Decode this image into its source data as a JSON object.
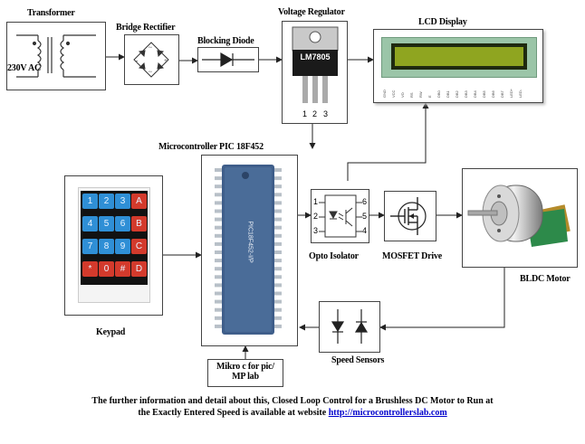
{
  "colors": {
    "line": "#222222",
    "lcd_screen": "#8fa520",
    "lcd_board": "#9bc5a8",
    "ic_body": "#3f5e8a",
    "ic_pins": "#b8c0c8",
    "keypad_blue": "#2f8fd6",
    "keypad_red": "#d33a2c",
    "motor_pcb": "#2d8a4a",
    "link": "#0000cc"
  },
  "labels": {
    "transformer": "Transformer",
    "ac_input": "230V AC",
    "bridge_rectifier": "Bridge Rectifier",
    "blocking_diode": "Blocking Diode",
    "voltage_regulator": "Voltage Regulator",
    "regulator_part": "LM7805",
    "lcd_display": "LCD Display",
    "microcontroller": "Microcontroller PIC 18F452",
    "keypad": "Keypad",
    "opto_isolator": "Opto Isolator",
    "mosfet_drive": "MOSFET Drive",
    "bldc_motor": "BLDC Motor",
    "speed_sensors": "Speed Sensors",
    "compiler_line1": "Mikro c for pic/",
    "compiler_line2": "MP lab"
  },
  "regulator_pins": [
    "1",
    "2",
    "3"
  ],
  "opto_pins": [
    "1",
    "2",
    "3",
    "6",
    "5",
    "4"
  ],
  "ic_marking": "PIC18F452-I/P",
  "lcd_pin_labels": [
    "GND",
    "VCC",
    "VO",
    "RS",
    "RW",
    "E",
    "DB0",
    "DB1",
    "DB2",
    "DB3",
    "DB4",
    "DB5",
    "DB6",
    "DB7",
    "LED+",
    "LED-"
  ],
  "keypad_keys": [
    {
      "label": "1",
      "kind": "blue"
    },
    {
      "label": "2",
      "kind": "blue"
    },
    {
      "label": "3",
      "kind": "blue"
    },
    {
      "label": "A",
      "kind": "red"
    },
    {
      "label": "4",
      "kind": "blue"
    },
    {
      "label": "5",
      "kind": "blue"
    },
    {
      "label": "6",
      "kind": "blue"
    },
    {
      "label": "B",
      "kind": "red"
    },
    {
      "label": "7",
      "kind": "blue"
    },
    {
      "label": "8",
      "kind": "blue"
    },
    {
      "label": "9",
      "kind": "blue"
    },
    {
      "label": "C",
      "kind": "red"
    },
    {
      "label": "*",
      "kind": "red"
    },
    {
      "label": "0",
      "kind": "red"
    },
    {
      "label": "#",
      "kind": "red"
    },
    {
      "label": "D",
      "kind": "red"
    }
  ],
  "footer": {
    "line1": "The further information and detail about this, Closed Loop Control for a Brushless DC Motor to Run at",
    "line2_prefix": "the Exactly Entered Speed is available at website ",
    "link": "http://microcontrollerslab.com"
  }
}
